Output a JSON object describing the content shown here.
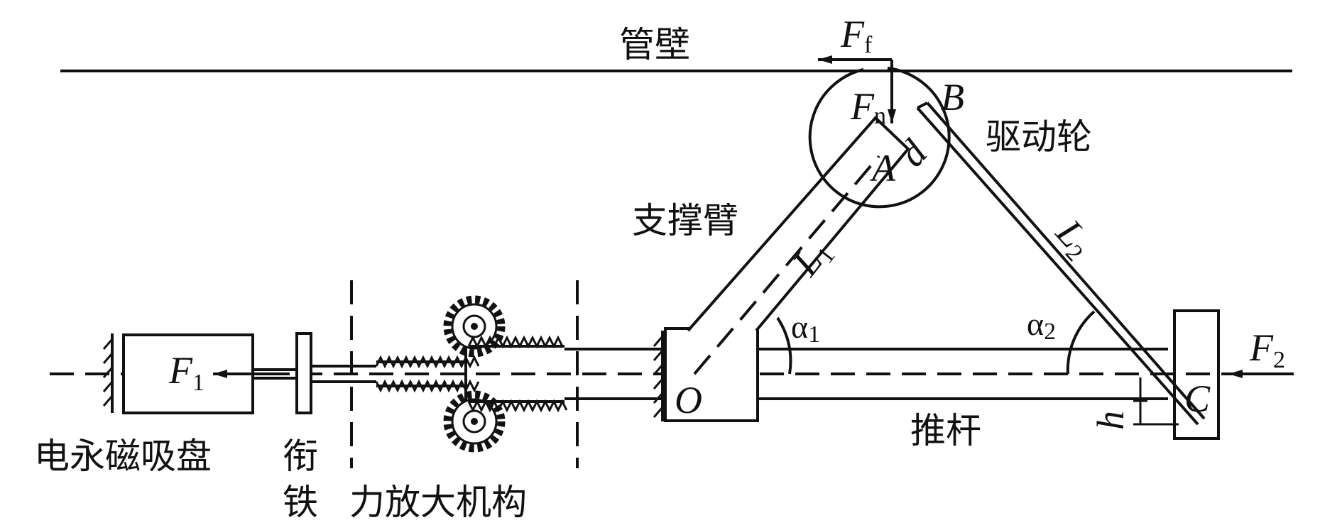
{
  "labels": {
    "pipe_wall": "管壁",
    "drive_wheel": "驱动轮",
    "support_arm": "支撑臂",
    "push_rod": "推杆",
    "em_chuck": "电永磁吸盘",
    "armature": [
      "衔",
      "铁"
    ],
    "force_amplifier": "力放大机构"
  },
  "symbols": {
    "Ff": {
      "main": "F",
      "sub": "f"
    },
    "Fn": {
      "main": "F",
      "sub": "n"
    },
    "F1": {
      "main": "F",
      "sub": "1"
    },
    "F2": {
      "main": "F",
      "sub": "2"
    },
    "L1": {
      "main": "L",
      "sub": "1"
    },
    "L2": {
      "main": "L",
      "sub": "2"
    },
    "alpha1": {
      "main": "α",
      "sub": "1"
    },
    "alpha2": {
      "main": "α",
      "sub": "2"
    },
    "A": "A",
    "B": "B",
    "C": "C",
    "O": "O",
    "d": "d",
    "h": "h"
  },
  "colors": {
    "stroke": "#111111",
    "background": "#ffffff"
  }
}
